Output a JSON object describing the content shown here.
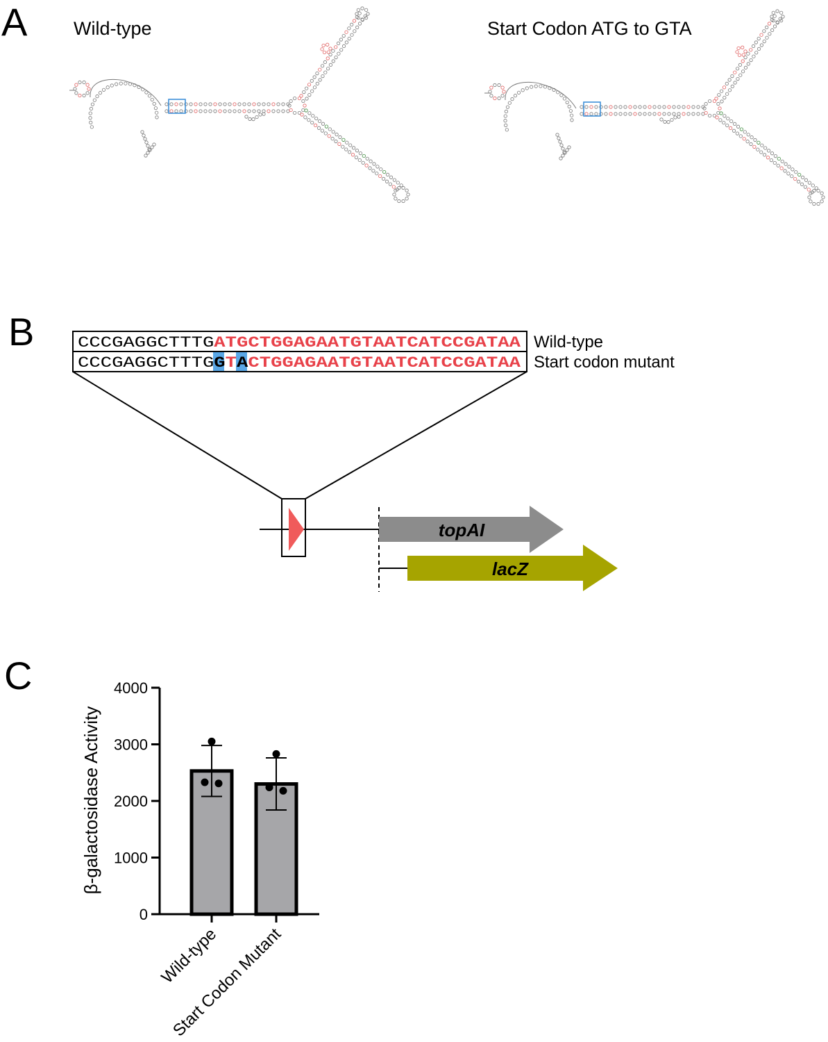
{
  "panels": {
    "a": "A",
    "b": "B",
    "c": "C"
  },
  "panel_a": {
    "left_title": "Wild-type",
    "right_title": "Start Codon ATG to GTA"
  },
  "panel_b": {
    "rows": [
      {
        "prefix": "CCCGAGGCTTTG",
        "mut1": "",
        "mid1": "",
        "mut2": "",
        "rest": "ATGCTGGAGAATGTAATCATCCGATAA",
        "label": "Wild-type"
      },
      {
        "prefix": "CCCGAGGCTTTG",
        "mut1": "G",
        "mid1": "T",
        "mut2": "A",
        "rest": "CTGGAGAATGTAATCATCCGATAA",
        "label": "Start codon mutant"
      }
    ],
    "genes": {
      "gene1": "topAI",
      "gene2": "lacZ"
    },
    "colors": {
      "orf": "#e8424a",
      "highlight": "#5aa7e6",
      "topAI": "#8c8c8c",
      "lacZ": "#a6a400",
      "marker": "#f05b5b"
    }
  },
  "chart_data": {
    "type": "bar",
    "categories": [
      "Wild-type",
      "Start Codon Mutant"
    ],
    "values": [
      2530,
      2300
    ],
    "errors": [
      450,
      460
    ],
    "points": [
      [
        3050,
        2330,
        2310
      ],
      [
        2830,
        2240,
        2180
      ]
    ],
    "ylabel": "β-galactosidase Activity",
    "ylim": [
      0,
      4000
    ],
    "yticks": [
      0,
      1000,
      2000,
      3000,
      4000
    ],
    "bar_color": "#a6a6a9"
  }
}
